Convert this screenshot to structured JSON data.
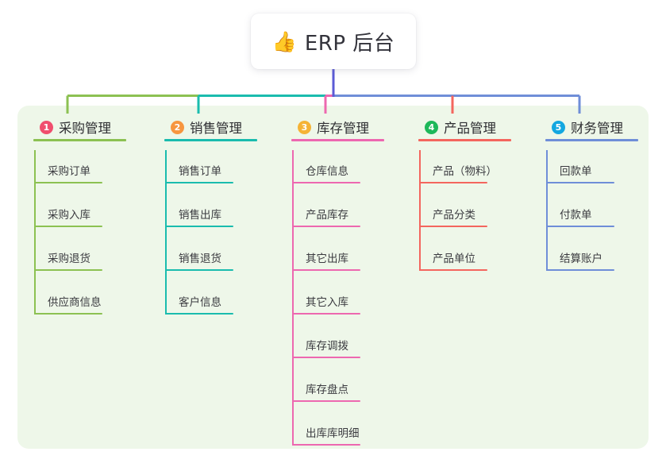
{
  "diagram": {
    "type": "mind-map",
    "root": {
      "emoji": "👍",
      "emoji_name": "thumbs-up-icon",
      "title": "ERP 后台"
    },
    "panel_color": "#eef7e9",
    "root_stem_color": "#5b5bd6",
    "branches": [
      {
        "number": "1",
        "title": "采购管理",
        "badge_color": "#f04e6e",
        "line_color": "#8cc152",
        "items": [
          "采购订单",
          "采购入库",
          "采购退货",
          "供应商信息"
        ]
      },
      {
        "number": "2",
        "title": "销售管理",
        "badge_color": "#f7963f",
        "line_color": "#1abcae",
        "items": [
          "销售订单",
          "销售出库",
          "销售退货",
          "客户信息"
        ]
      },
      {
        "number": "3",
        "title": "库存管理",
        "badge_color": "#f5b335",
        "line_color": "#ed68b0",
        "items": [
          "仓库信息",
          "产品库存",
          "其它出库",
          "其它入库",
          "库存调拨",
          "库存盘点",
          "出库库明细"
        ]
      },
      {
        "number": "4",
        "title": "产品管理",
        "badge_color": "#1eb85a",
        "line_color": "#f4665e",
        "items": [
          "产品（物料）",
          "产品分类",
          "产品单位"
        ]
      },
      {
        "number": "5",
        "title": "财务管理",
        "badge_color": "#13a7e0",
        "line_color": "#6f8ed8",
        "items": [
          "回款单",
          "付款单",
          "结算账户"
        ]
      }
    ]
  }
}
